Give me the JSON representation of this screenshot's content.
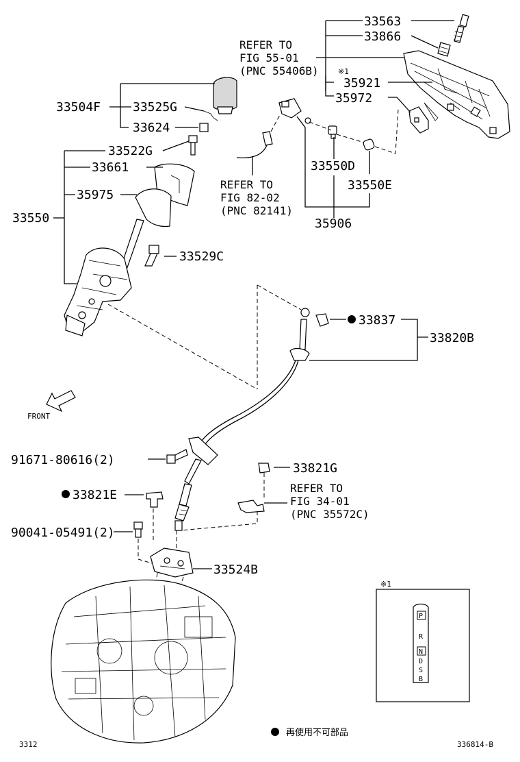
{
  "parts": {
    "p33563": "33563",
    "p33866": "33866",
    "p35921": "35921",
    "p35972": "35972",
    "mark1_top": "※1",
    "p33504F": "33504F",
    "p33525G": "33525G",
    "p33624": "33624",
    "p33522G": "33522G",
    "p33661": "33661",
    "p35975": "35975",
    "p33550": "33550",
    "p33529C": "33529C",
    "p33550D": "33550D",
    "p33550E": "33550E",
    "p35906": "35906",
    "p33837": "33837",
    "p33820B": "33820B",
    "p91671": "91671-80616(2)",
    "p33821G": "33821G",
    "p33821E": "33821E",
    "p90041": "90041-05491(2)",
    "p33524B": "33524B"
  },
  "refs": {
    "ref1": [
      "REFER TO",
      "FIG 55-01",
      "(PNC 55406B)"
    ],
    "ref2": [
      "REFER TO",
      "FIG 82-02",
      "(PNC 82141)"
    ],
    "ref3": [
      "REFER TO",
      "FIG 34-01",
      "(PNC 35572C)"
    ]
  },
  "front_label": "FRONT",
  "inset": {
    "mark": "※1",
    "gates": [
      "P",
      "R",
      "N",
      "D",
      "S",
      "B"
    ]
  },
  "legend": {
    "bullet_icon": "filled-circle-icon",
    "text": "再使用不可部品"
  },
  "footer": {
    "left_code": "3312",
    "right_code": "336814-B"
  }
}
